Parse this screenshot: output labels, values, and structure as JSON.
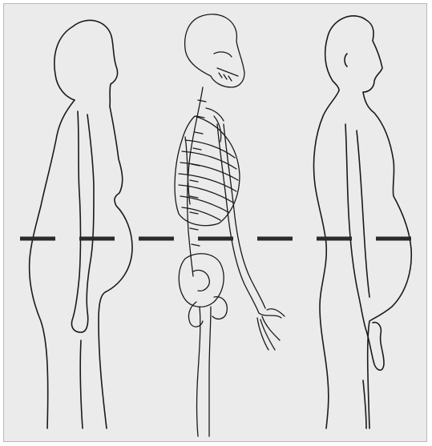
{
  "figure": {
    "figures": [
      "woman-silhouette",
      "skeleton",
      "man-silhouette"
    ],
    "reference_line_style": "dashed",
    "colors": {
      "background": "#ebebeb",
      "ink": "#1a1a1a",
      "frame": "#b8b8b8"
    }
  }
}
